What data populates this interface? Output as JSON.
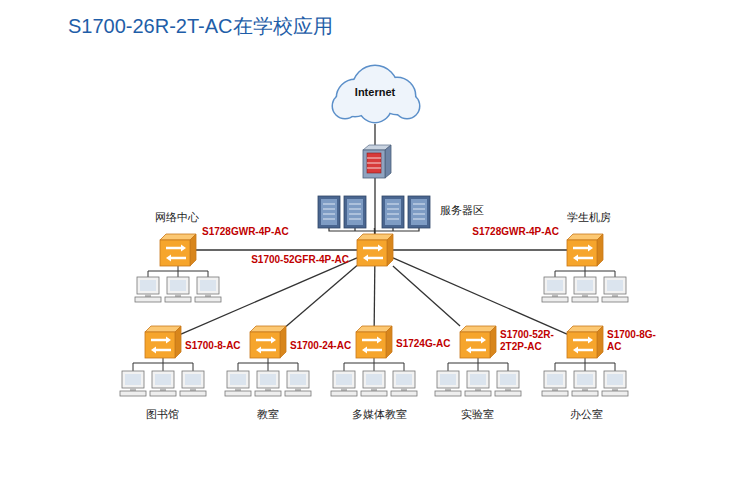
{
  "diagram": {
    "title": "S1700-26R-2T-AC在学校应用",
    "nodes": [
      {
        "text": [
          "Internet"
        ]
      },
      {
        "text": [
          "服务器区"
        ]
      },
      {
        "text": [
          "S1728GWR-4P-AC"
        ]
      },
      {
        "text": [
          "S1700-52GFR-4P-AC"
        ]
      },
      {
        "text": [
          "S1728GWR-4P-AC"
        ]
      },
      {
        "text": [
          "S1700-8-AC"
        ]
      },
      {
        "text": [
          "S1700-24-AC"
        ]
      },
      {
        "text": [
          "S1724G-AC"
        ]
      },
      {
        "text": [
          "S1700-52R-2T2P-AC"
        ]
      },
      {
        "text": [
          "S1700-8G-AC"
        ]
      }
    ],
    "edges": [
      {
        "from": 0,
        "to": 3,
        "arrow": "none"
      },
      {
        "from": 1,
        "to": 3,
        "arrow": "none"
      },
      {
        "from": 3,
        "to": 2,
        "arrow": "none"
      },
      {
        "from": 3,
        "to": 4,
        "arrow": "none"
      },
      {
        "from": 3,
        "to": 5,
        "arrow": "none"
      },
      {
        "from": 3,
        "to": 6,
        "arrow": "none"
      },
      {
        "from": 3,
        "to": 7,
        "arrow": "none"
      },
      {
        "from": 3,
        "to": 8,
        "arrow": "none"
      },
      {
        "from": 3,
        "to": 9,
        "arrow": "none"
      }
    ],
    "labels": [
      "网络中心",
      "学生机房",
      "图书馆",
      "教室",
      "多媒体教室",
      "实验室",
      "办公室"
    ]
  }
}
